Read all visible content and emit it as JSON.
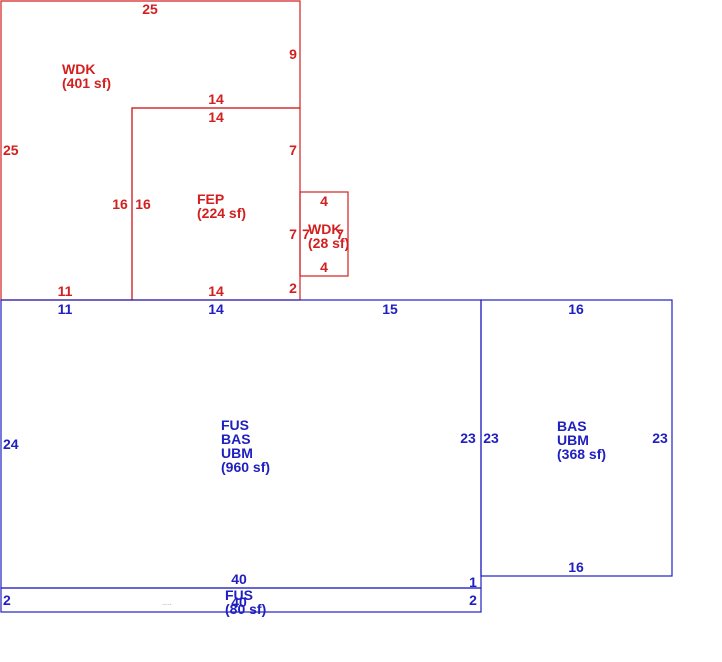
{
  "colors": {
    "upper_area": "#d22020",
    "lower_area": "#2020c0"
  },
  "areas": {
    "wdk_large": {
      "lines": [
        "WDK",
        "(401 sf)"
      ],
      "dims": {
        "top": "25",
        "left": "25",
        "right_upper": "9",
        "bottom": "11",
        "notch_top": "14"
      }
    },
    "fep": {
      "lines": [
        "FEP",
        "(224 sf)"
      ],
      "dims": {
        "top": "14",
        "left_outer": "16",
        "left_inner": "16",
        "right": "7",
        "bottom": "14"
      }
    },
    "wdk_small": {
      "lines": [
        "WDK",
        "(28 sf)"
      ],
      "dims": {
        "top": "4",
        "left": "7",
        "right": "7",
        "bottom": "4",
        "gap": "2"
      }
    },
    "fus_main": {
      "lines": [
        "FUS",
        "BAS",
        "UBM",
        "(960 sf)"
      ],
      "dims": {
        "top_left": "11",
        "top_mid": "14",
        "top_right": "15",
        "left": "24",
        "right": "23",
        "bottom": "40",
        "bottom_right_step": "1"
      }
    },
    "bas_ubm": {
      "lines": [
        "BAS",
        "UBM",
        "(368 sf)"
      ],
      "dims": {
        "top": "16",
        "left": "23",
        "right": "23",
        "bottom": "16"
      }
    },
    "fus_strip": {
      "lines": [
        "FUS",
        "(80 sf)"
      ],
      "dims": {
        "left": "2",
        "right": "2",
        "bottom": "40"
      }
    }
  }
}
